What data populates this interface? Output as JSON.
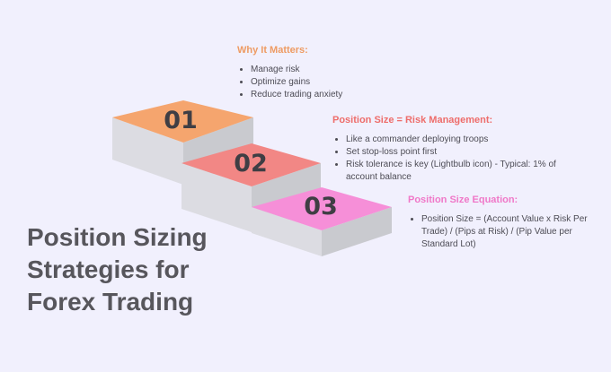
{
  "title": "Position Sizing Strategies for Forex Trading",
  "steps": [
    {
      "number": "01",
      "color": "#f5a56e",
      "heading": "Why It Matters:",
      "heading_color": "#ee9b63",
      "bullets": [
        "Manage risk",
        "Optimize gains",
        "Reduce trading anxiety"
      ]
    },
    {
      "number": "02",
      "color": "#f28785",
      "heading": "Position Size = Risk Management:",
      "heading_color": "#ee6d6b",
      "bullets": [
        "Like a commander deploying troops",
        "Set stop-loss point first",
        "Risk tolerance is key (Lightbulb icon) - Typical: 1% of account balance"
      ]
    },
    {
      "number": "03",
      "color": "#f68fd8",
      "heading": "Position Size Equation:",
      "heading_color": "#f078c8",
      "bullets": [
        "Position Size = (Account Value x Risk Per Trade) / (Pips at Risk) / (Pip Value per Standard Lot)"
      ]
    }
  ],
  "colors": {
    "background": "#f1f0fd",
    "block_left_face": "#dcdce2",
    "block_right_face": "#c9cacf",
    "title_text": "#57565c"
  }
}
